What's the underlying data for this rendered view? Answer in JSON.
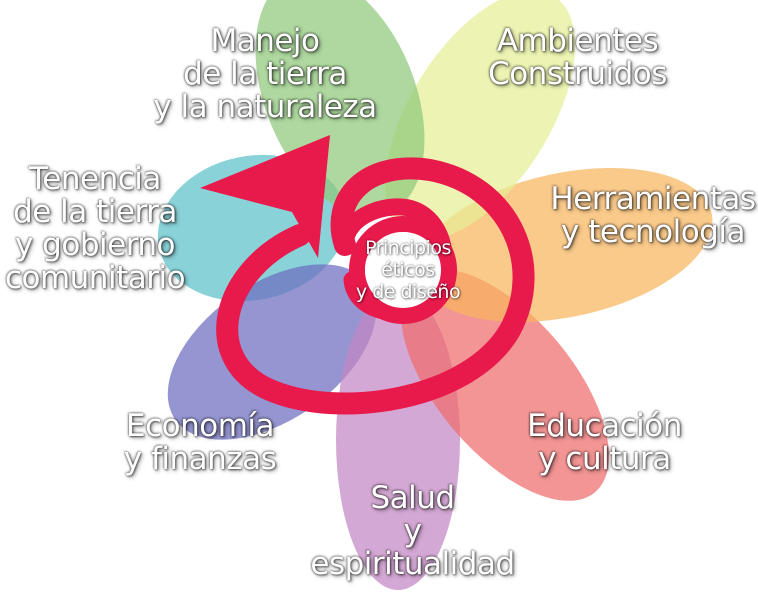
{
  "diagram": {
    "center": {
      "label": "Principios\néticos\ny de diseño"
    },
    "petals": [
      {
        "label": "Manejo\nde la tierra\ny la naturaleza",
        "color": "#8fc97a"
      },
      {
        "label": "Ambientes\nConstruidos",
        "color": "#e6ee94"
      },
      {
        "label": "Herramientas\ny tecnología",
        "color": "#f8b55e"
      },
      {
        "label": "Educación\ny cultura",
        "color": "#f06c6c"
      },
      {
        "label": "Salud\ny\nespiritualidad",
        "color": "#c486c4"
      },
      {
        "label": "Economía\ny finanzas",
        "color": "#6c6cbf"
      },
      {
        "label": "Tenencia\nde la tierra\ny gobierno\ncomunitario",
        "color": "#5cc0c9"
      }
    ],
    "spiral_color": "#e8194b"
  }
}
